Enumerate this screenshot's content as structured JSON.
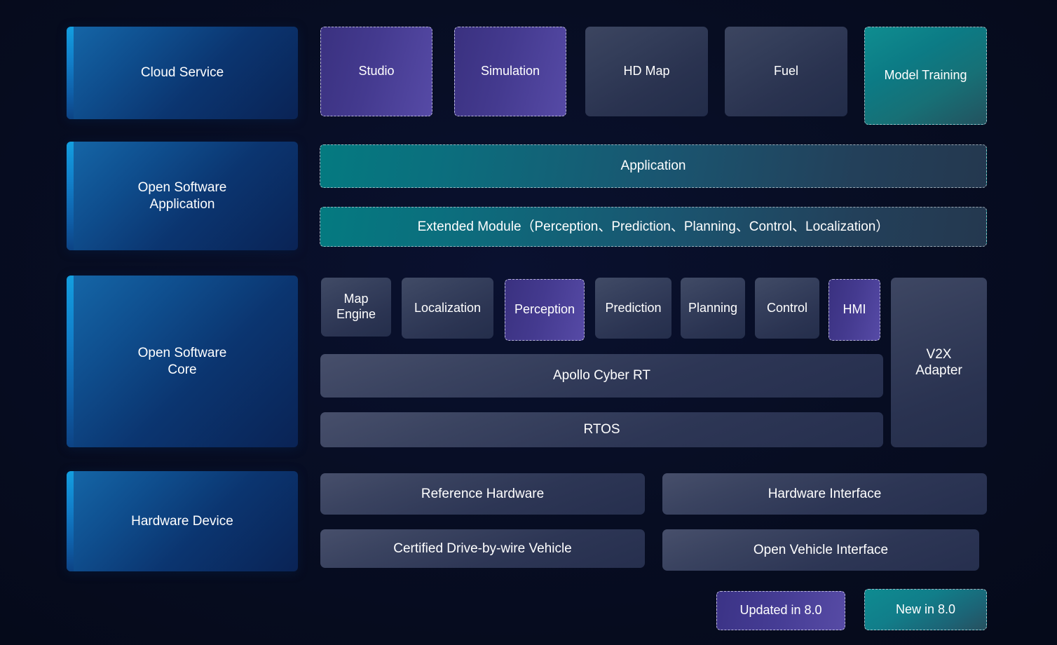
{
  "background": "#070d22",
  "accent_blue": "#1281cb",
  "accent_purple": "#4a3f98",
  "accent_teal": "#0b7c84",
  "categories": [
    {
      "label": "Cloud Service"
    },
    {
      "label": "Open Software\nApplication"
    },
    {
      "label": "Open Software\nCore"
    },
    {
      "label": "Hardware Device"
    }
  ],
  "cloud_row": [
    {
      "label": "Studio",
      "style": "updated"
    },
    {
      "label": "Simulation",
      "style": "updated"
    },
    {
      "label": "HD Map",
      "style": "normal"
    },
    {
      "label": "Fuel",
      "style": "normal"
    },
    {
      "label": "Model Training",
      "style": "new"
    }
  ],
  "application_rows": [
    {
      "label": "Application",
      "style": "new"
    },
    {
      "label": "Extended Module（Perception、Prediction、Planning、Control、Localization）",
      "style": "new"
    }
  ],
  "core_modules": [
    {
      "label": "Map\nEngine",
      "style": "normal"
    },
    {
      "label": "Localization",
      "style": "normal"
    },
    {
      "label": "Perception",
      "style": "updated"
    },
    {
      "label": "Prediction",
      "style": "normal"
    },
    {
      "label": "Planning",
      "style": "normal"
    },
    {
      "label": "Control",
      "style": "normal"
    },
    {
      "label": "HMI",
      "style": "updated"
    }
  ],
  "core_bars": [
    {
      "label": "Apollo Cyber RT"
    },
    {
      "label": "RTOS"
    }
  ],
  "core_side": {
    "label": "V2X\nAdapter"
  },
  "hardware_rows": [
    {
      "label": "Reference Hardware"
    },
    {
      "label": "Hardware Interface"
    },
    {
      "label": "Certified Drive-by-wire Vehicle"
    },
    {
      "label": "Open Vehicle Interface"
    }
  ],
  "legend": [
    {
      "label": "Updated in 8.0",
      "style": "updated"
    },
    {
      "label": "New in 8.0",
      "style": "new"
    }
  ]
}
